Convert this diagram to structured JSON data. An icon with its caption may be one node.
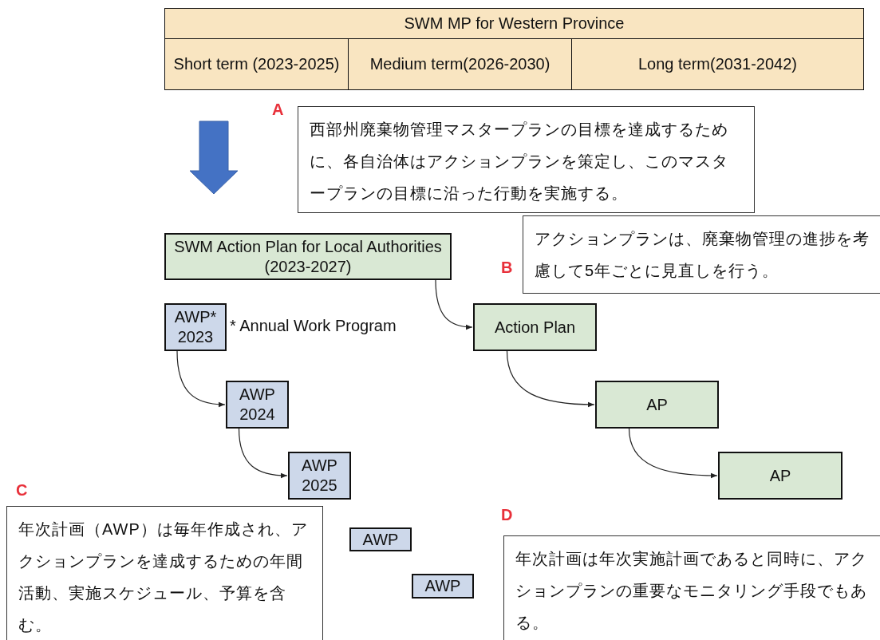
{
  "diagram": {
    "nodes": [
      {
        "text": [
          "SWM MP for Western Province"
        ]
      },
      {
        "text": [
          "Short term (2023-2025)"
        ]
      },
      {
        "text": [
          "Medium term(2026-2030)"
        ]
      },
      {
        "text": [
          "Long term(2031-2042)"
        ]
      },
      {
        "text": [
          "西部州廃棄物管理マスタープランの目標を達成するために、各自治体はアクションプランを策定し、このマスタープランの目標に沿った行動を実施する。"
        ],
        "beside": [
          "A"
        ]
      },
      {
        "text": [
          "SWM Action Plan for Local Authorities (2023-2027)"
        ]
      },
      {
        "text": [
          "アクションプランは、廃棄物管理の進捗を考慮して5年ごとに見直しを行う。"
        ],
        "beside": [
          "B"
        ]
      },
      {
        "text": [
          "AWP* 2023"
        ]
      },
      {
        "text": [
          "Action Plan"
        ]
      },
      {
        "text": [
          "AWP 2024"
        ]
      },
      {
        "text": [
          "AP"
        ]
      },
      {
        "text": [
          "AWP 2025"
        ]
      },
      {
        "text": [
          "AP"
        ]
      },
      {
        "text": [
          "年次計画（AWP）は毎年作成され、アクションプランを達成するための年間活動、実施スケジュール、予算を含む。"
        ],
        "beside": [
          "C"
        ]
      },
      {
        "text": [
          "AWP"
        ]
      },
      {
        "text": [
          "AWP"
        ]
      },
      {
        "text": [
          "年次計画は年次実施計画であると同時に、アクションプランの重要なモニタリング手段でもある。"
        ],
        "beside": [
          "D"
        ]
      }
    ],
    "edges": [
      {
        "from": 5,
        "to": 8,
        "arrow": "to"
      },
      {
        "from": 7,
        "to": 9,
        "arrow": "to"
      },
      {
        "from": 9,
        "to": 11,
        "arrow": "to"
      },
      {
        "from": 8,
        "to": 10,
        "arrow": "to"
      },
      {
        "from": 10,
        "to": 12,
        "arrow": "to"
      }
    ],
    "labels": [
      "* Annual Work Program"
    ]
  }
}
